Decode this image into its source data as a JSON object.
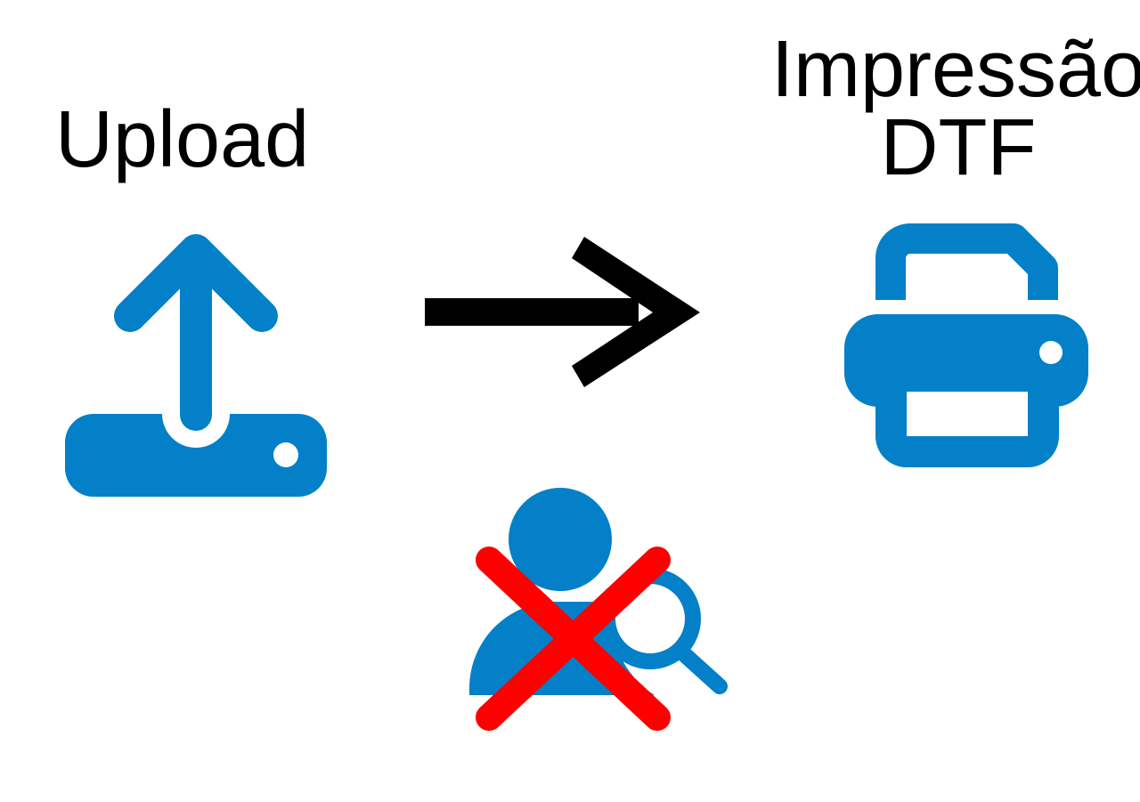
{
  "upload": {
    "label": "Upload",
    "icon": "upload-icon"
  },
  "print": {
    "line1": "Impressão",
    "line2": "DTF",
    "icon": "printer-icon"
  },
  "flow": {
    "icon": "arrow-right-icon"
  },
  "review": {
    "icon": "user-search-icon",
    "overlay_icon": "cross-icon"
  },
  "colors": {
    "icon_blue": "#0380c7",
    "arrow": "#000000",
    "cross": "#ff0000",
    "text": "#000000"
  }
}
